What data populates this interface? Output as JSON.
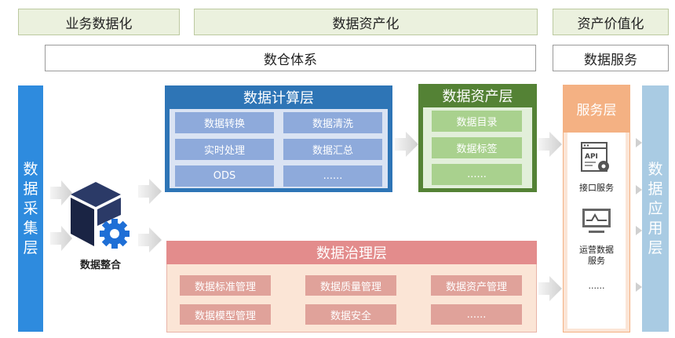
{
  "header": {
    "business": "业务数据化",
    "asset": "数据资产化",
    "value": "资产价值化"
  },
  "warehouse": "数仓体系",
  "data_service": "数据服务",
  "collect": [
    "数",
    "据",
    "采",
    "集",
    "层"
  ],
  "apply": [
    "数",
    "据",
    "应",
    "用",
    "层"
  ],
  "integrate_label": "数据整合",
  "compute": {
    "title": "数据计算层",
    "cells": [
      "数据转换",
      "数据清洗",
      "实时处理",
      "数据汇总",
      "ODS",
      "......"
    ]
  },
  "assets": {
    "title": "数据资产层",
    "cells": [
      "数据目录",
      "数据标签",
      "......"
    ]
  },
  "governance": {
    "title": "数据治理层",
    "cells": [
      "数据标准管理",
      "数据质量管理",
      "数据资产管理",
      "数据模型管理",
      "数据安全",
      "......"
    ]
  },
  "service": {
    "title": "服务层",
    "api_text": "API",
    "interface": "接口服务",
    "ops": [
      "运营数据",
      "服务"
    ],
    "more": "......"
  },
  "colors": {
    "collect_bar": "#2e8bde",
    "apply_bar": "#a9cbe3",
    "compute": "#2e75b6",
    "assets": "#548235",
    "governance": "#e38c8c",
    "service": "#f4b183"
  }
}
